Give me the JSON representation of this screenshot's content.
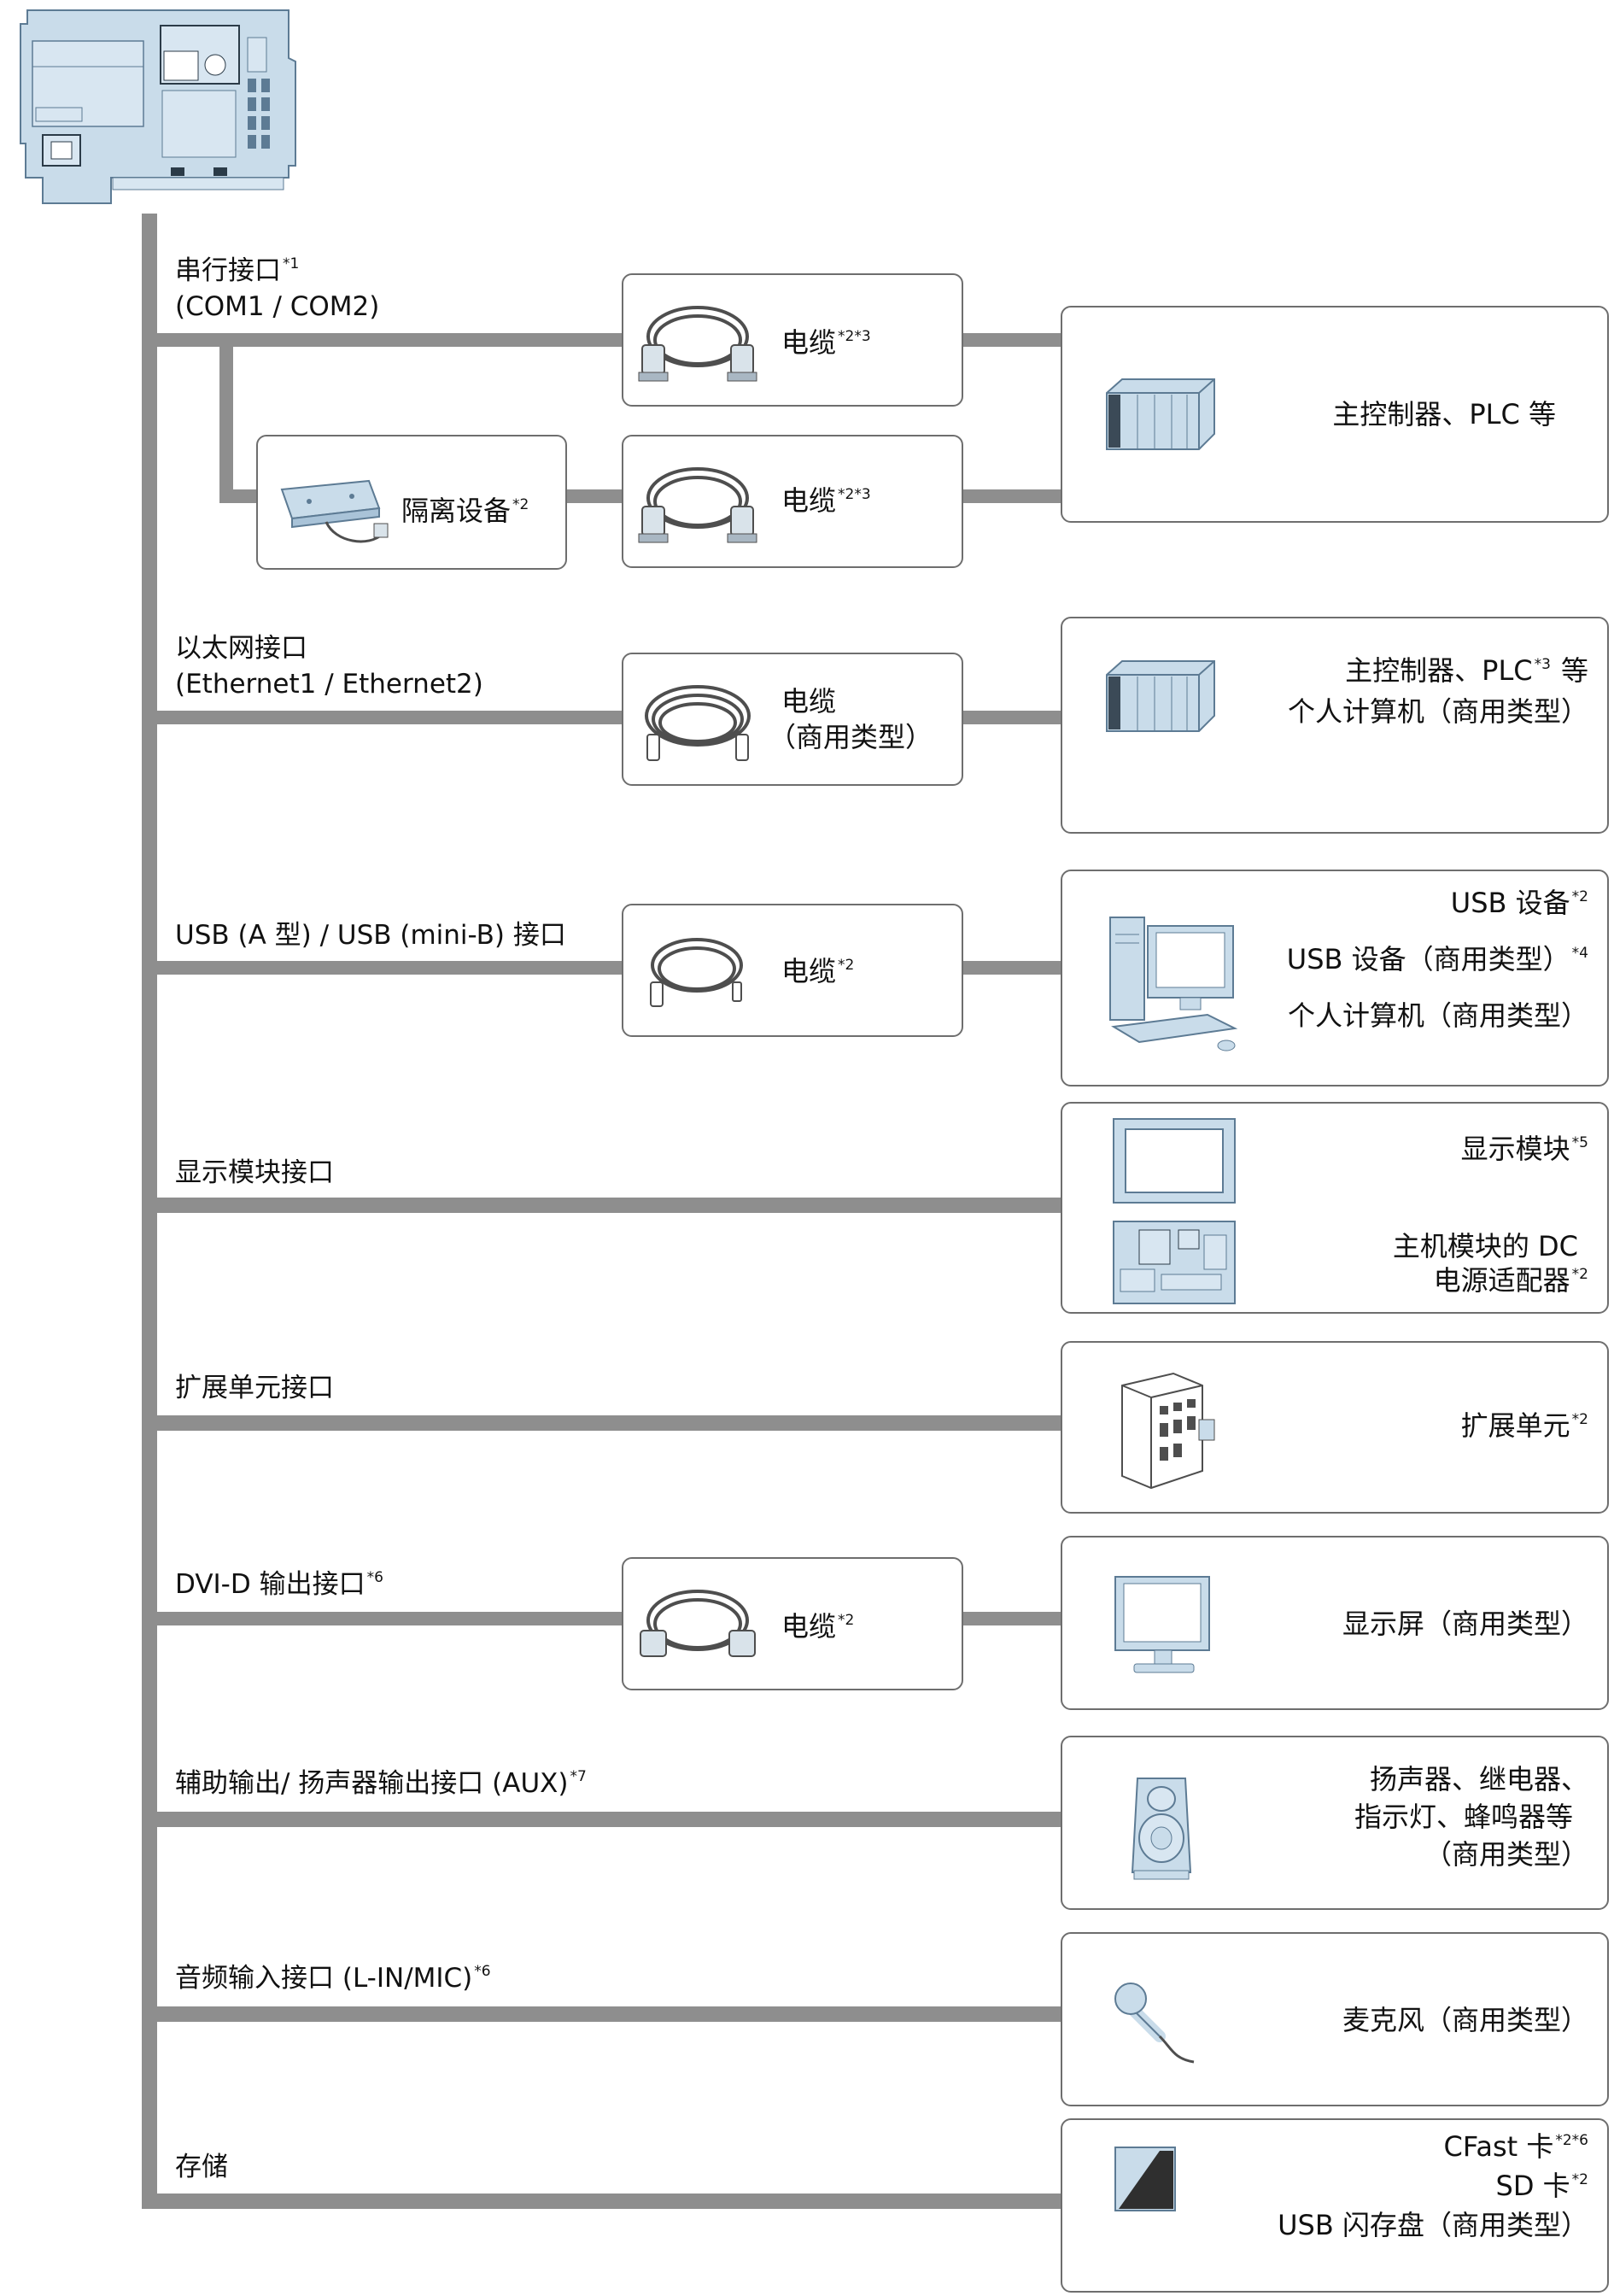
{
  "interfaces": {
    "serial": {
      "label": "串行接口",
      "sup": "*1",
      "sub": "(COM1 / COM2)"
    },
    "ethernet": {
      "label": "以太网接口",
      "sub": "(Ethernet1 / Ethernet2)"
    },
    "usb": {
      "label": "USB (A 型) / USB (mini-B) 接口"
    },
    "display": {
      "label": "显示模块接口"
    },
    "expansion": {
      "label": "扩展单元接口"
    },
    "dvi": {
      "label": "DVI-D 输出接口",
      "sup": "*6"
    },
    "aux": {
      "label": "辅助输出/ 扬声器输出接口 (AUX)",
      "sup": "*7"
    },
    "audio": {
      "label": "音频输入接口 (L-IN/MIC)",
      "sup": "*6"
    },
    "storage": {
      "label": "存储"
    }
  },
  "middle": {
    "serial_cable_1": {
      "label": "电缆",
      "sup": "*2*3"
    },
    "serial_cable_2": {
      "label": "电缆",
      "sup": "*2*3"
    },
    "isolation": {
      "label": "隔离设备",
      "sup": "*2"
    },
    "ethernet_cable": {
      "line1": "电缆",
      "line2": "（商用类型）"
    },
    "usb_cable": {
      "label": "电缆",
      "sup": "*2"
    },
    "dvi_cable": {
      "label": "电缆",
      "sup": "*2"
    }
  },
  "devices": {
    "serial": {
      "line1": "主控制器、PLC 等"
    },
    "ethernet": {
      "line1a": "主控制器、PLC",
      "line1sup": "*3",
      "line1b": "等",
      "line2": "个人计算机（商用类型）"
    },
    "usb": {
      "line1": "USB 设备",
      "line1sup": "*2",
      "line2": "USB 设备（商用类型）",
      "line2sup": "*4",
      "line3": "个人计算机（商用类型）"
    },
    "display": {
      "line1": "显示模块",
      "line1sup": "*5",
      "line2": "主机模块的 DC",
      "line3": "电源适配器",
      "line3sup": "*2"
    },
    "expansion": {
      "line1": "扩展单元",
      "line1sup": "*2"
    },
    "dvi": {
      "line1": "显示屏（商用类型）"
    },
    "aux": {
      "line1": "扬声器、继电器、",
      "line2": "指示灯、蜂鸣器等",
      "line3": "（商用类型）"
    },
    "audio": {
      "line1": "麦克风（商用类型）"
    },
    "storage": {
      "line1": "CFast 卡",
      "line1sup": "*2*6",
      "line2": "SD 卡",
      "line2sup": "*2",
      "line3": "USB 闪存盘（商用类型）"
    }
  },
  "colors": {
    "bus": "#8e8e8e",
    "box_border": "#6e6e6e",
    "device_fill": "#c9dcea",
    "device_stroke": "#5d7b94"
  }
}
